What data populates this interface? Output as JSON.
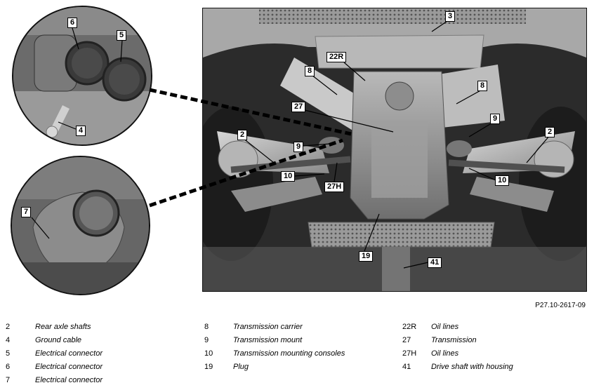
{
  "figure_id": "P27.10-2617-09",
  "callouts": {
    "main": [
      "3",
      "22R",
      "8",
      "8",
      "27",
      "9",
      "9",
      "2",
      "2",
      "10",
      "10",
      "27H",
      "19",
      "41"
    ],
    "inset_top": [
      "6",
      "5",
      "4"
    ],
    "inset_bottom": [
      "7"
    ]
  },
  "legend": [
    {
      "num": "2",
      "desc": "Rear axle shafts"
    },
    {
      "num": "4",
      "desc": "Ground cable"
    },
    {
      "num": "5",
      "desc": "Electrical connector"
    },
    {
      "num": "6",
      "desc": "Electrical connector"
    },
    {
      "num": "7",
      "desc": "Electrical connector"
    },
    {
      "num": "8",
      "desc": "Transmission carrier"
    },
    {
      "num": "9",
      "desc": "Transmission mount"
    },
    {
      "num": "10",
      "desc": "Transmission mounting consoles"
    },
    {
      "num": "19",
      "desc": "Plug"
    },
    {
      "num": "22R",
      "desc": "Oil lines"
    },
    {
      "num": "27",
      "desc": "Transmission"
    },
    {
      "num": "27H",
      "desc": "Oil lines"
    },
    {
      "num": "41",
      "desc": "Drive shaft with housing"
    }
  ]
}
